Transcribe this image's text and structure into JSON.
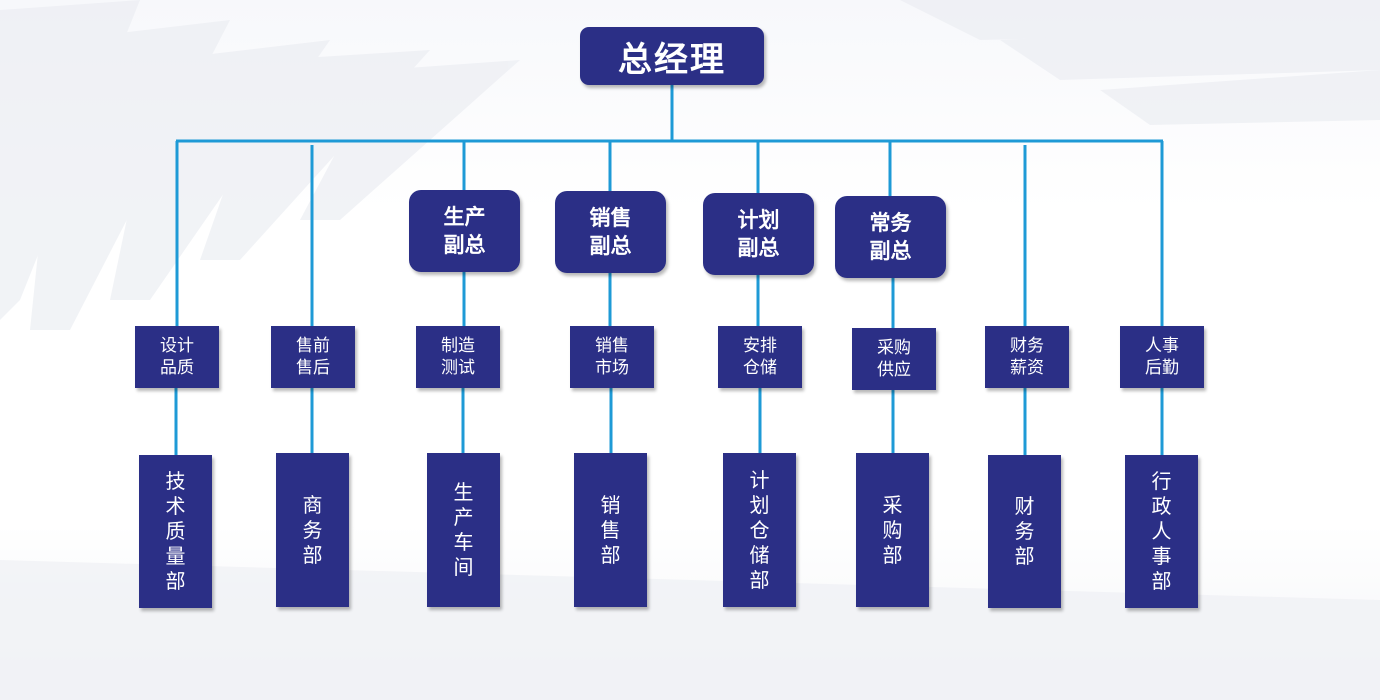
{
  "org_chart": {
    "ceo": "总经理",
    "vice_presidents": [
      {
        "id": "production",
        "label": "生产副总"
      },
      {
        "id": "sales",
        "label": "销售副总"
      },
      {
        "id": "planning",
        "label": "计划副总"
      },
      {
        "id": "routine",
        "label": "常务副总"
      }
    ],
    "functions": [
      "设计品质",
      "售前售后",
      "制造测试",
      "销售市场",
      "安排仓储",
      "采购供应",
      "财务薪资",
      "人事后勤"
    ],
    "departments": [
      "技术质量部",
      "商务部",
      "生产车间",
      "销售部",
      "计划仓储部",
      "采购部",
      "财务部",
      "行政人事部"
    ]
  },
  "colors": {
    "box_fill": "#2b2f86",
    "box_text": "#ffffff",
    "connector": "#1e9ad6"
  }
}
